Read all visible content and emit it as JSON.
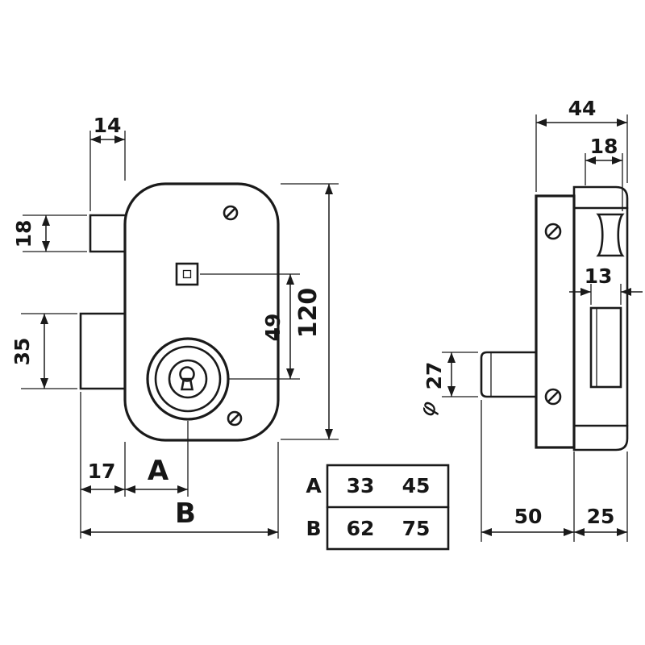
{
  "meta": {
    "background": "#ffffff",
    "ink": "#1a1a1a",
    "drawing_type": "technical dimension drawing of rim lock (front and side views)"
  },
  "front_view": {
    "dims": {
      "latch_width": "14",
      "latch_height": "18",
      "bolt_height": "35",
      "bolt_throw": "17",
      "dim_a": "A",
      "dim_b": "B",
      "body_height": "120",
      "centers": "49"
    }
  },
  "side_view": {
    "dims": {
      "total_width": "44",
      "roller_width": "18",
      "bolt_width": "13",
      "cylinder_diameter": "27",
      "phi": "φ",
      "depth_50": "50",
      "face_25": "25"
    }
  },
  "table": {
    "rows": [
      {
        "label": "A",
        "col1": "33",
        "col2": "45"
      },
      {
        "label": "B",
        "col1": "62",
        "col2": "75"
      }
    ]
  }
}
